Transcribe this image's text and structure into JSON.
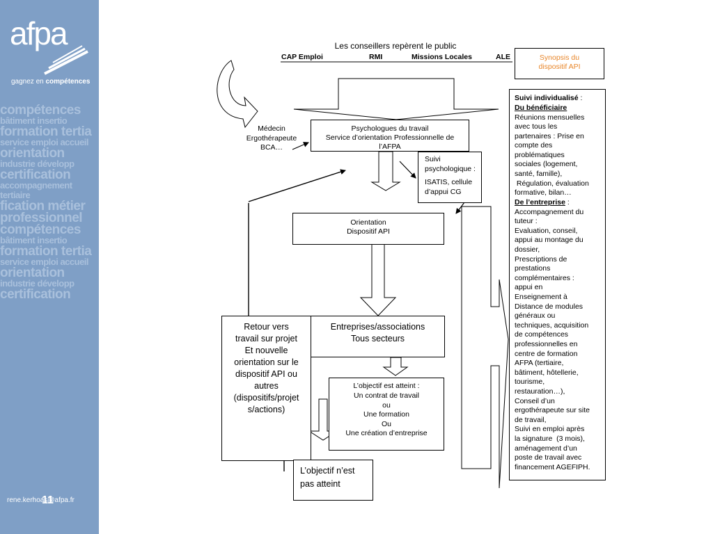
{
  "sidebar": {
    "brand": "afpa",
    "tagline_prefix": "gagnez en",
    "tagline_strong": "compétences",
    "cloud": [
      "compétences",
      "bâtiment insertio",
      "formation tertia",
      "service emploi accueil",
      "orientation",
      "industrie développ",
      "certification",
      "accompagnement",
      "tertiaire",
      "fication métier",
      "professionnel",
      "compétences",
      "bâtiment insertio",
      "formation tertia",
      "service emploi accueil",
      "orientation",
      "industrie développ",
      "certification"
    ],
    "email": "rene.kerhoas@afpa.fr",
    "page_number": "11"
  },
  "header": {
    "title": "Les conseillers repèrent le public",
    "partners": [
      "CAP Emploi",
      "RMI",
      "Missions Locales",
      "ALE"
    ]
  },
  "synopsis": {
    "line1": "Synopsis du",
    "line2": "dispositif API",
    "color": "#e8862a"
  },
  "medecin": {
    "line1": "Médecin",
    "line2": "Ergothérapeute",
    "line3": "BCA…"
  },
  "psychologues": {
    "line1": "Psychologues du travail",
    "line2": "Service d’orientation Professionnelle de",
    "line3": "l’AFPA"
  },
  "suivi_psy": {
    "line1": "Suivi",
    "line2": "psychologique :",
    "line3": "ISATIS, cellule",
    "line4": "d’appui CG"
  },
  "orientation": {
    "line1": "Orientation",
    "line2": "Dispositif API"
  },
  "retour": [
    "Retour vers",
    "travail sur projet",
    "Et nouvelle",
    "orientation sur le",
    "dispositif API ou",
    "autres",
    "(dispositifs/projet",
    "s/actions)"
  ],
  "entreprises": {
    "line1": "Entreprises/associations",
    "line2": "Tous secteurs"
  },
  "atteint": [
    "L’objectif est atteint :",
    "Un contrat de travail",
    "ou",
    "Une formation",
    "Ou",
    "Une création d’entreprise"
  ],
  "non_atteint": {
    "line1": "L’objectif n’est",
    "line2": "pas atteint"
  },
  "suivi_indiv": {
    "heading": "Suivi individualisé",
    "heading_suffix": " :",
    "benef_title": "Du bénéficiaire",
    "benef_lines": [
      "Réunions mensuelles",
      "avec tous les",
      "partenaires : Prise en",
      "compte des",
      "problématiques",
      "sociales (logement,",
      "santé, famille),",
      " Régulation, évaluation",
      "formative, bilan…"
    ],
    "entreprise_title": "De l’entreprise",
    "entreprise_suffix": " :",
    "entreprise_lines": [
      "Accompagnement du",
      "tuteur :",
      "Evaluation, conseil,",
      "appui au montage du",
      "dossier,",
      "Prescriptions de",
      "prestations",
      "complémentaires :",
      "appui en",
      "Enseignement à",
      "Distance de modules",
      "généraux ou",
      "techniques, acquisition",
      "de compétences",
      "professionnelles en",
      "centre de formation",
      "AFPA (tertiaire,",
      "bâtiment, hôtellerie,",
      "tourisme,",
      "restauration…),",
      "Conseil d’un",
      "ergothérapeute sur site",
      "de travail,",
      "Suivi en emploi après",
      "la signature  (3 mois),",
      "aménagement d’un",
      "poste de travail avec",
      "financement AGEFIPH."
    ]
  }
}
